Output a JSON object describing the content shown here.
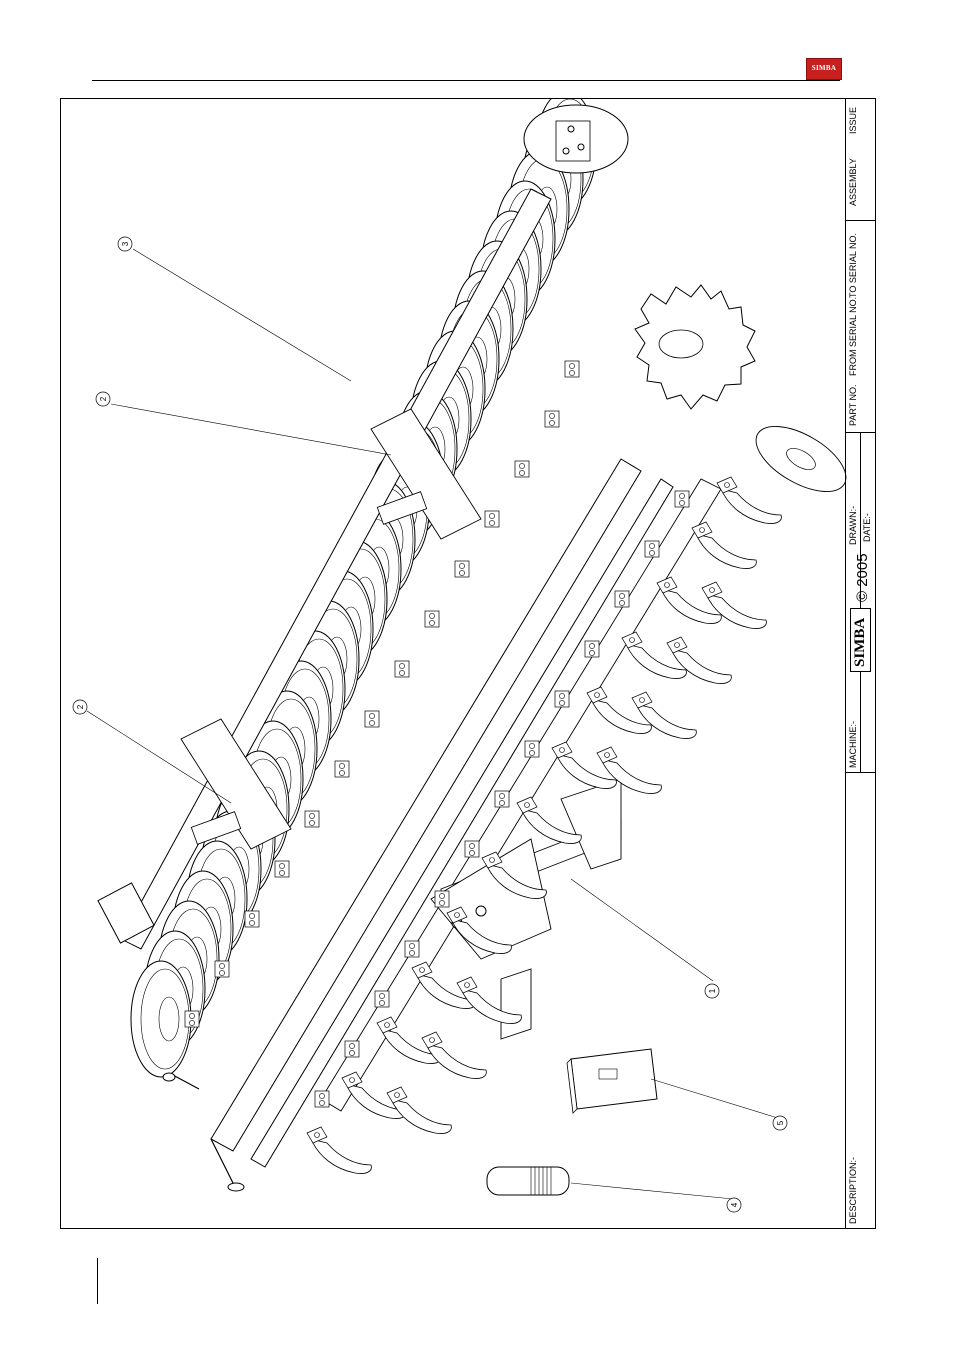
{
  "header": {
    "brand_logo_text": "SIMBA"
  },
  "title_block": {
    "description_label": "DESCRIPTION:-",
    "machine_label": "MACHINE:-",
    "brand_text": "SIMBA",
    "copyright": "© 2005",
    "drawn_label": "DRAWN:-",
    "date_label": "DATE:-",
    "part_no_label": "PART NO.",
    "from_serial_label": "FROM SERIAL NO.",
    "to_serial_label": "TO SERIAL NO.",
    "assembly_label": "ASSEMBLY",
    "issue_label": "ISSUE"
  },
  "callouts": [
    "1",
    "2",
    "2",
    "3",
    "4",
    "5"
  ]
}
